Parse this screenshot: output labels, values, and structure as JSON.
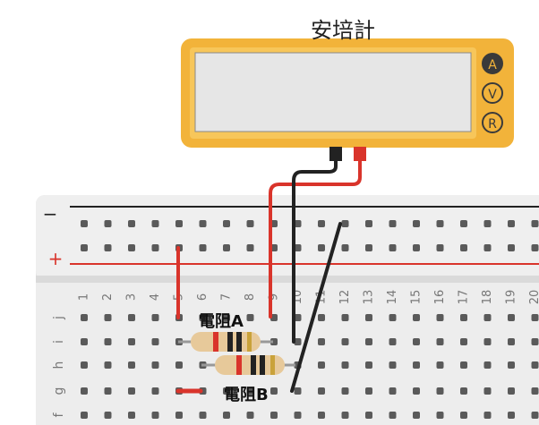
{
  "meter": {
    "title": "安培計",
    "display_value": "",
    "modes": [
      {
        "key": "A",
        "label": "A",
        "selected": true
      },
      {
        "key": "V",
        "label": "V",
        "selected": false
      },
      {
        "key": "R",
        "label": "R",
        "selected": false
      }
    ]
  },
  "breadboard": {
    "rail_minus": "−",
    "rail_plus": "+",
    "columns": [
      "1",
      "2",
      "3",
      "4",
      "5",
      "6",
      "7",
      "8",
      "9",
      "10",
      "11",
      "12",
      "13",
      "14",
      "15",
      "16",
      "17",
      "18",
      "19",
      "20"
    ],
    "rows": [
      "j",
      "i",
      "h",
      "g",
      "f"
    ]
  },
  "components": {
    "resistor_a": "電阻A",
    "resistor_b": "電阻B"
  },
  "colors": {
    "meter_body": "#F2B33A",
    "meter_screen": "#E6E6E6",
    "wire_red": "#D9342B",
    "wire_black": "#222222",
    "rail_red": "#D9342B",
    "board": "#ECECEC"
  }
}
